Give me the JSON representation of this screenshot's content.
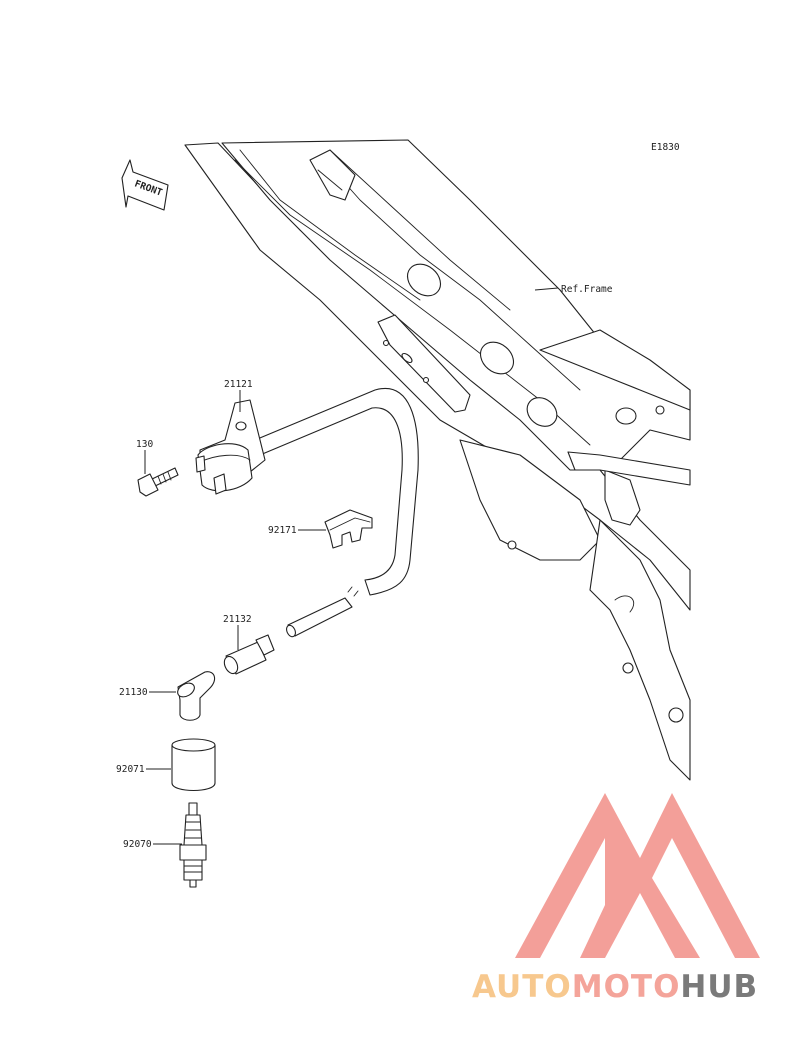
{
  "diagram": {
    "code": "E1830",
    "front_label": "FRONT",
    "ref_label": "Ref.Frame",
    "parts": [
      {
        "number": "21121"
      },
      {
        "number": "130"
      },
      {
        "number": "92171"
      },
      {
        "number": "21132"
      },
      {
        "number": "21130"
      },
      {
        "number": "92071"
      },
      {
        "number": "92070"
      }
    ]
  },
  "watermark": {
    "part1": "AUTO",
    "part2": "MOTO",
    "part3": "HUB",
    "colors": {
      "auto": "#f7c88e",
      "moto": "#f4a49a",
      "hub": "#7a7a7a",
      "logo": "#f29a93"
    }
  }
}
